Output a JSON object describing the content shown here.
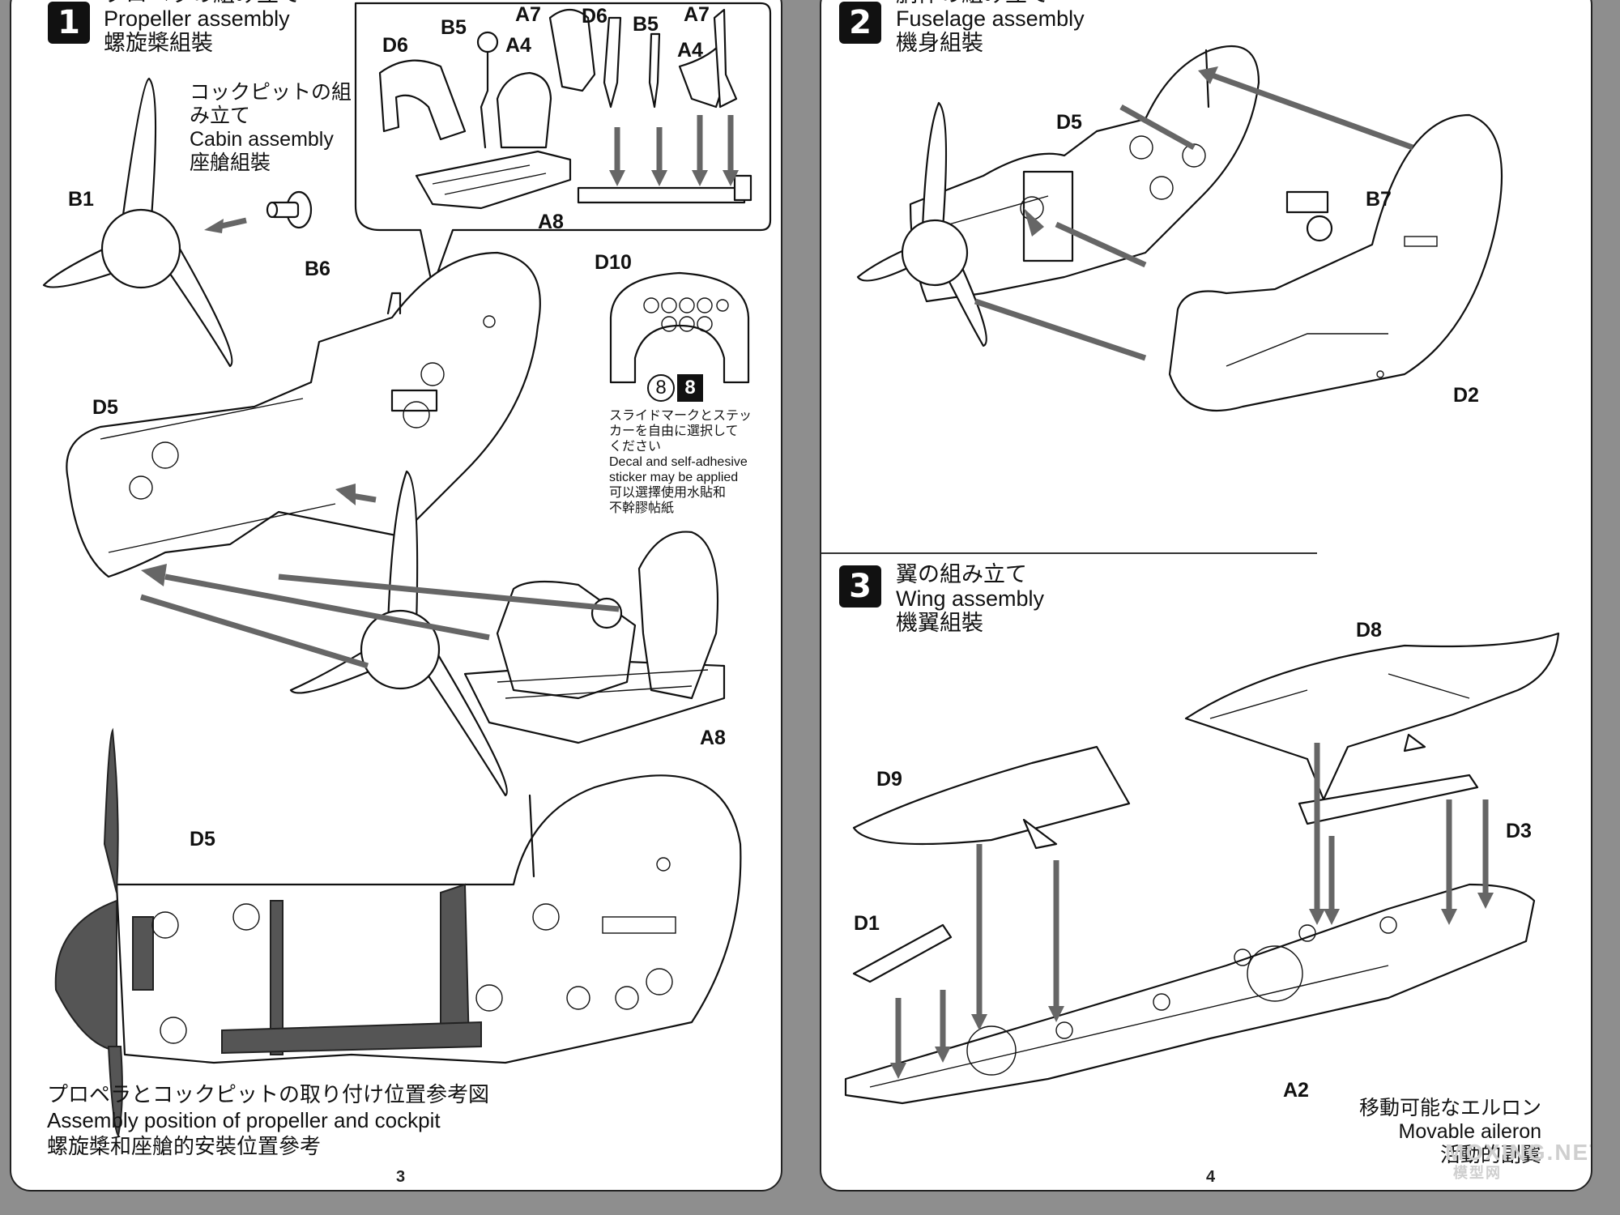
{
  "page_left": {
    "page_number": "3",
    "step1": {
      "number": "1",
      "title_ja": "プロペラの組み立て",
      "title_en": "Propeller assembly",
      "title_zh": "螺旋槳組裝"
    },
    "cabin": {
      "title_ja_1": "コックピットの組",
      "title_ja_2": "み立て",
      "title_en": "Cabin assembly",
      "title_zh": "座艙組裝"
    },
    "labels": {
      "b1": "B1",
      "b6": "B6",
      "d5_a": "D5",
      "d5_b": "D5",
      "a8": "A8",
      "inset_d6_a": "D6",
      "inset_b5_a": "B5",
      "inset_a7_a": "A7",
      "inset_a4_a": "A4",
      "inset_a8": "A8",
      "inset_d6_b": "D6",
      "inset_b5_b": "B5",
      "inset_a7_b": "A7",
      "inset_a4_b": "A4",
      "d10": "D10"
    },
    "decal_choice": {
      "circle_num": "8",
      "box_num": "8",
      "ja_1": "スライドマークとステッ",
      "ja_2": "カーを自由に選択して",
      "ja_3": "ください",
      "en_1": "Decal and self-adhesive",
      "en_2": "sticker may be applied",
      "zh_1": "可以選擇使用水貼和",
      "zh_2": "不幹膠帖紙"
    },
    "reference": {
      "ja": "プロペラとコックピットの取り付け位置参考図",
      "en": "Assembly position of propeller and cockpit",
      "zh": "螺旋槳和座艙的安裝位置參考"
    }
  },
  "page_right": {
    "page_number": "4",
    "step2": {
      "number": "2",
      "title_ja": "胴体の組み立て",
      "title_en": "Fuselage assembly",
      "title_zh": "機身組裝"
    },
    "step3": {
      "number": "3",
      "title_ja": "翼の組み立て",
      "title_en": "Wing assembly",
      "title_zh": "機翼組裝"
    },
    "labels": {
      "d5": "D5",
      "b7": "B7",
      "d2": "D2",
      "d8": "D8",
      "d9": "D9",
      "d3": "D3",
      "d1": "D1",
      "a2": "A2"
    },
    "aileron": {
      "ja": "移動可能なエルロン",
      "en": "Movable aileron",
      "zh": "活動的副翼"
    },
    "watermark": "MOXING.NET",
    "watermark_sub": "模型网"
  },
  "colors": {
    "page": "#ffffff",
    "background": "#8e8e8e",
    "ink": "#111111",
    "arrow": "#666666",
    "dark_part": "#555555"
  }
}
